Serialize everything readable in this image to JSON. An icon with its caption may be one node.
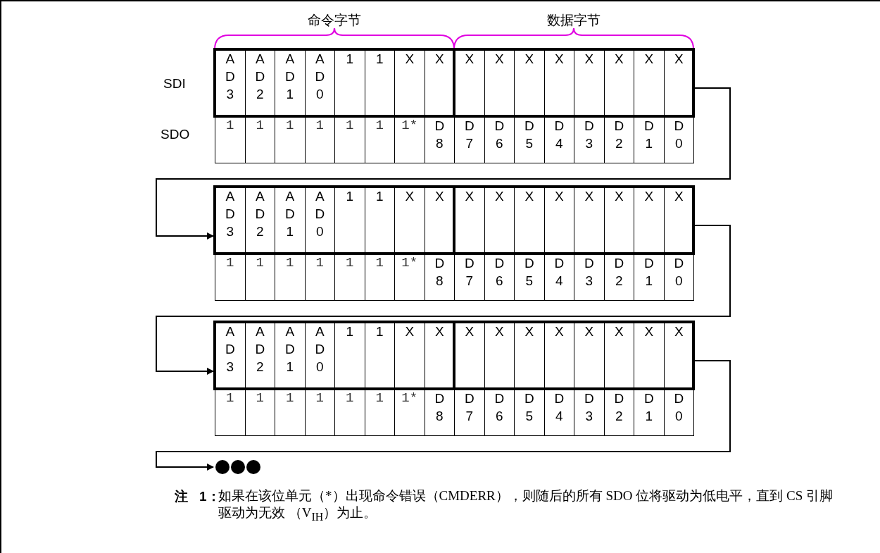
{
  "diagram": {
    "nodes": [
      {
        "text": [],
        "shape": "box"
      },
      {
        "text": [],
        "shape": "box"
      },
      {
        "text": [],
        "shape": "box"
      },
      {
        "text": [],
        "shape": "dots"
      }
    ],
    "edges": [
      {
        "from": 0,
        "to": 1,
        "arrow": "to"
      },
      {
        "from": 1,
        "to": 2,
        "arrow": "to"
      },
      {
        "from": 2,
        "to": 3,
        "arrow": "to"
      }
    ],
    "labels": [
      "命令字节",
      "数据字节",
      "SDI",
      "SDO",
      "AD3",
      "AD2",
      "AD1",
      "AD0",
      "1",
      "1",
      "X",
      "X",
      "X",
      "X",
      "X",
      "X",
      "X",
      "X",
      "X",
      "X",
      "1",
      "1",
      "1",
      "1",
      "1",
      "1",
      "1*",
      "D8",
      "D7",
      "D6",
      "D5",
      "D4",
      "D3",
      "D2",
      "D1",
      "D0",
      "AD3",
      "AD2",
      "AD1",
      "AD0",
      "1",
      "1",
      "X",
      "X",
      "X",
      "X",
      "X",
      "X",
      "X",
      "X",
      "X",
      "X",
      "1",
      "1",
      "1",
      "1",
      "1",
      "1",
      "1*",
      "D8",
      "D7",
      "D6",
      "D5",
      "D4",
      "D3",
      "D2",
      "D1",
      "D0",
      "AD3",
      "AD2",
      "AD1",
      "AD0",
      "1",
      "1",
      "X",
      "X",
      "X",
      "X",
      "X",
      "X",
      "X",
      "X",
      "X",
      "X",
      "1",
      "1",
      "1",
      "1",
      "1",
      "1",
      "1*",
      "D8",
      "D7",
      "D6",
      "D5",
      "D4",
      "D3",
      "D2",
      "D1",
      "D0",
      "注",
      "1：",
      "如果在该位单元（*）出现命令错误（CMDERR），则随后的所有 SDO 位将驱动为低电平，直到 CS 引脚驱动为无效 （V$_{IH}$）为止。"
    ]
  }
}
